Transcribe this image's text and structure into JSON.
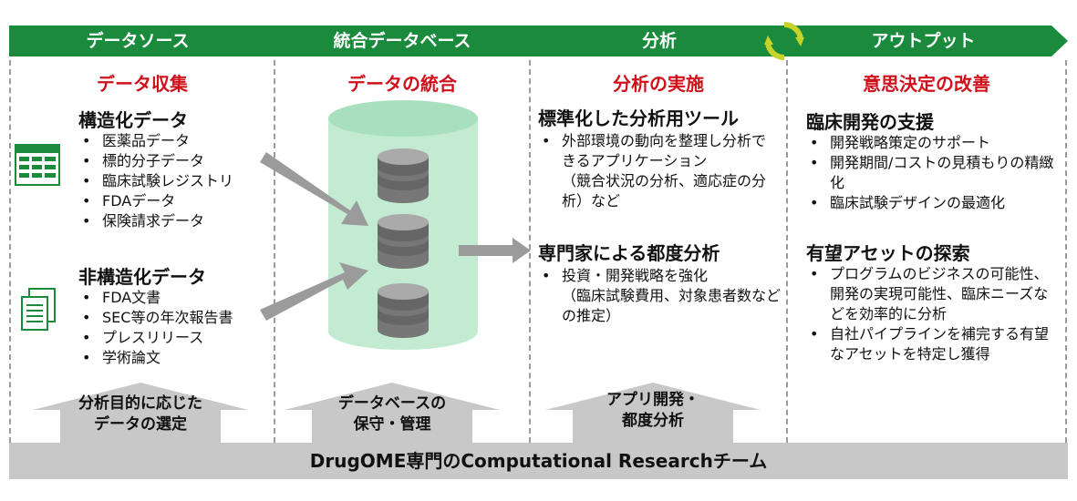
{
  "headers": [
    "データソース",
    "統合データベース",
    "分析",
    "アウトプット"
  ],
  "colors": {
    "header_green": "#1a8a3c",
    "title_red": "#d0101a",
    "cylinder": "#c2ebd2",
    "arrow_gray": "#9b9b9b",
    "footer_gray": "#c8c8c8"
  },
  "col1": {
    "title": "データ収集",
    "structured": {
      "heading": "構造化データ",
      "items": [
        "医薬品データ",
        "標的分子データ",
        "臨床試験レジストリ",
        "FDAデータ",
        "保険請求データ"
      ]
    },
    "unstructured": {
      "heading": "非構造化データ",
      "items": [
        "FDA文書",
        "SEC等の年次報告書",
        "プレスリリース",
        "学術論文"
      ]
    },
    "arrow_label": [
      "分析目的に応じた",
      "データの選定"
    ]
  },
  "col2": {
    "title": "データの統合",
    "arrow_label": [
      "データベースの",
      "保守・管理"
    ]
  },
  "col3": {
    "title": "分析の実施",
    "sec1": {
      "heading": "標準化した分析用ツール",
      "item": "外部環境の動向を整理し分析できるアプリケーション",
      "note": "（競合状況の分析、適応症の分析）など"
    },
    "sec2": {
      "heading": "専門家による都度分析",
      "item": "投資・開発戦略を強化",
      "note": "（臨床試験費用、対象患者数などの推定）"
    },
    "arrow_label": [
      "アプリ開発・",
      "都度分析"
    ]
  },
  "col4": {
    "title": "意思決定の改善",
    "sec1": {
      "heading": "臨床開発の支援",
      "items": [
        "開発戦略策定のサポート",
        "開発期間/コストの見積もりの精緻化",
        "臨床試験デザインの最適化"
      ]
    },
    "sec2": {
      "heading": "有望アセットの探索",
      "items": [
        "プログラムのビジネスの可能性、開発の実現可能性、臨床ニーズなどを効率的に分析",
        "自社パイプラインを補完する有望なアセットを特定し獲得"
      ]
    }
  },
  "footer": "DrugOME専門のComputational Researchチーム"
}
